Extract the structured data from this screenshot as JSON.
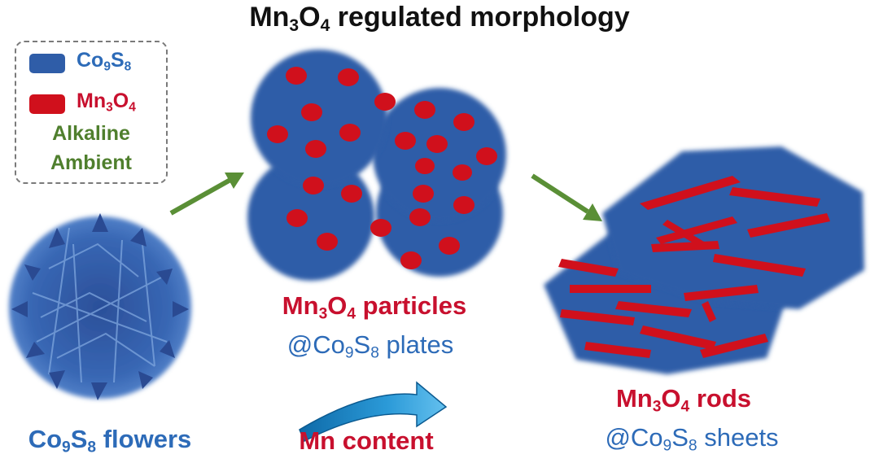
{
  "title": {
    "prefix": "Mn",
    "sub1": "3",
    "mid": "O",
    "sub2": "4",
    "suffix": " regulated morphology"
  },
  "legend": {
    "co9s8": {
      "a": "Co",
      "b": "9",
      "c": "S",
      "d": "8"
    },
    "mn3o4": {
      "a": "Mn",
      "b": "3",
      "c": "O",
      "d": "4"
    },
    "line1": "Alkaline",
    "line2": "Ambient",
    "colors": {
      "co9s8": "#2f5da8",
      "mn3o4": "#d0101c"
    }
  },
  "flowers_label": {
    "a": "Co",
    "b": "9",
    "c": "S",
    "d": "8",
    "e": " flowers"
  },
  "particles_label": {
    "line1": {
      "a": "Mn",
      "b": "3",
      "c": "O",
      "d": "4",
      "e": " particles"
    },
    "line2": {
      "a": "@Co",
      "b": "9",
      "c": "S",
      "d": "8",
      "e": " plates"
    }
  },
  "rods_label": {
    "line1": {
      "a": "Mn",
      "b": "3",
      "c": "O",
      "d": "4",
      "e": " rods"
    },
    "line2": {
      "a": "@Co",
      "b": "9",
      "c": "S",
      "d": "8",
      "e": " sheets"
    }
  },
  "mn_content_label": "Mn content",
  "colors": {
    "arrow_green": "#5a8f36",
    "blue_text": "#2d6bb8",
    "red_text": "#c8102e",
    "curved_arrow": "#2a8fd0"
  }
}
